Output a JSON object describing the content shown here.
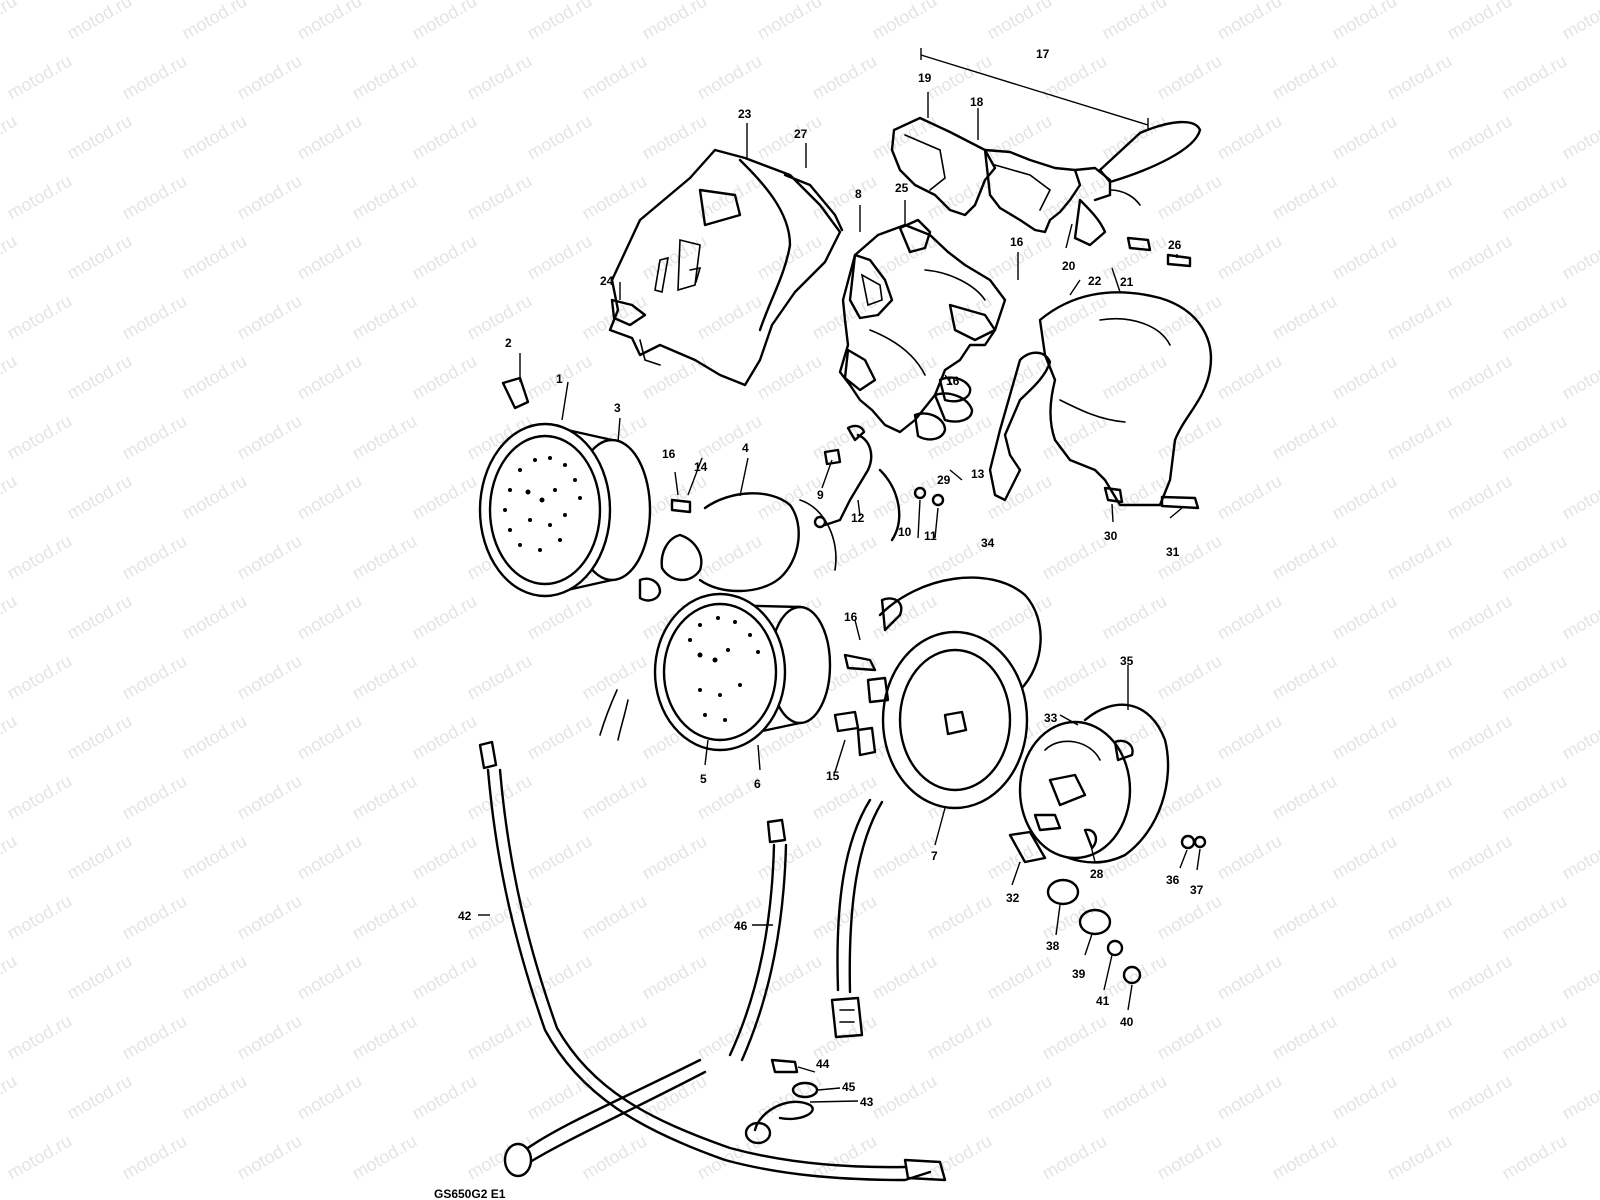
{
  "watermark": "motod.ru",
  "drawing_code": "GS650G2 E1",
  "callouts": {
    "c1": "1",
    "c2": "2",
    "c3": "3",
    "c4": "4",
    "c5": "5",
    "c6": "6",
    "c7": "7",
    "c8": "8",
    "c9": "9",
    "c10": "10",
    "c11": "11",
    "c12": "12",
    "c13": "13",
    "c14": "14",
    "c15": "15",
    "c16a": "16",
    "c16b": "16",
    "c16c": "16",
    "c16d": "16",
    "c16e": "16",
    "c17": "17",
    "c18": "18",
    "c19": "19",
    "c20": "20",
    "c21": "21",
    "c22": "22",
    "c23": "23",
    "c24": "24",
    "c25": "25",
    "c26": "26",
    "c27": "27",
    "c28": "28",
    "c29": "29",
    "c30": "30",
    "c31": "31",
    "c32": "32",
    "c33": "33",
    "c34": "34",
    "c35": "35",
    "c36": "36",
    "c37": "37",
    "c38": "38",
    "c39": "39",
    "c40": "40",
    "c41": "41",
    "c42": "42",
    "c43": "43",
    "c44": "44",
    "c45": "45",
    "c46": "46"
  }
}
